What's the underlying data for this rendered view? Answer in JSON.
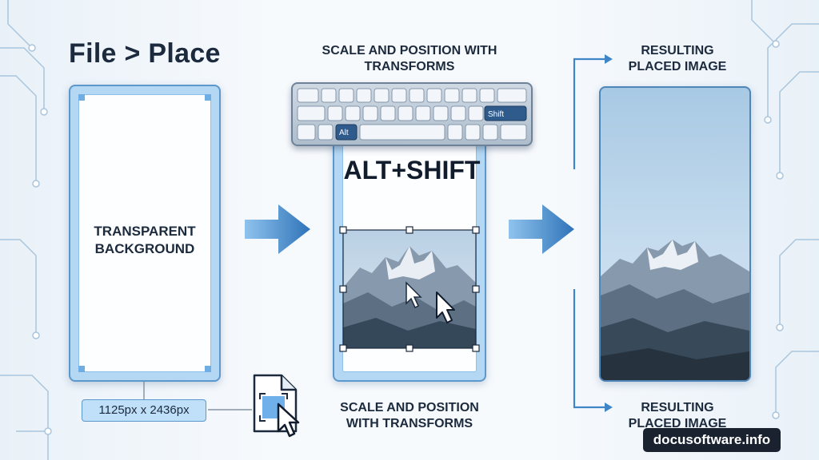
{
  "title": "File > Place",
  "captions": {
    "middle_top": [
      "SCALE AND POSITION WITH",
      "TRANSFORMS"
    ],
    "middle_bottom": [
      "SCALE AND POSITION",
      "WITH TRANSFORMS"
    ],
    "right_top": [
      "RESULTING",
      "PLACED IMAGE"
    ],
    "right_bottom": [
      "RESULTING",
      "PLACED IMAGE"
    ]
  },
  "left_panel": {
    "label": [
      "TRANSPARENT",
      "BACKGROUND"
    ],
    "dimensions": "1125px x 2436px"
  },
  "keyboard": {
    "shift_key": "Shift",
    "alt_key": "Alt"
  },
  "shortcut": "ALT+SHIFT",
  "watermark": "docusoftware.info",
  "colors": {
    "accent_blue": "#3f86c8",
    "frame_blue": "#b4d8f4",
    "text_dark": "#1c2a3e"
  },
  "icons": [
    "place-file-icon",
    "mouse-pointer-icon",
    "move-cursor-icon",
    "arrow-right-icon"
  ]
}
